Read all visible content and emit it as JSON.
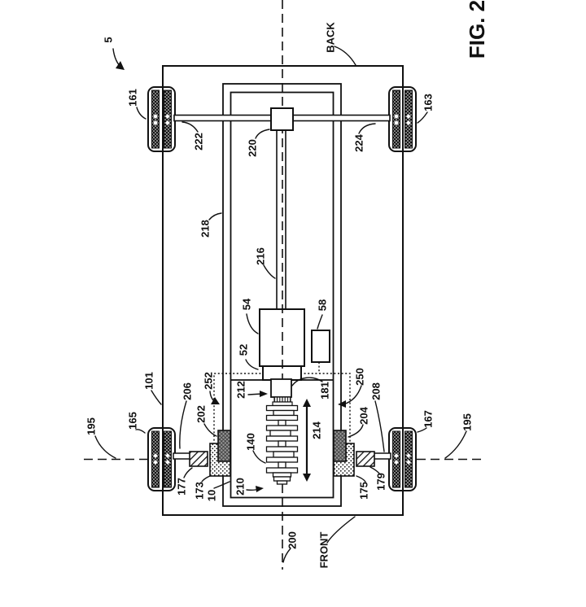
{
  "figure": {
    "title": "FIG. 2",
    "back_label": "BACK",
    "front_label": "FRONT"
  },
  "refs": {
    "n5": "5",
    "n10": "10",
    "n52": "52",
    "n54": "54",
    "n58": "58",
    "n101": "101",
    "n140": "140",
    "n161": "161",
    "n163": "163",
    "n165": "165",
    "n167": "167",
    "n173": "173",
    "n175": "175",
    "n177": "177",
    "n179": "179",
    "n181": "181",
    "n195_left": "195",
    "n195_right": "195",
    "n200": "200",
    "n202": "202",
    "n204": "204",
    "n206": "206",
    "n208": "208",
    "n210": "210",
    "n212": "212",
    "n214": "214",
    "n216": "216",
    "n218": "218",
    "n220": "220",
    "n222": "222",
    "n224": "224",
    "n250": "250",
    "n252": "252"
  },
  "colors": {
    "line": "#111111",
    "background": "#ffffff",
    "gray_block": "#969696"
  }
}
